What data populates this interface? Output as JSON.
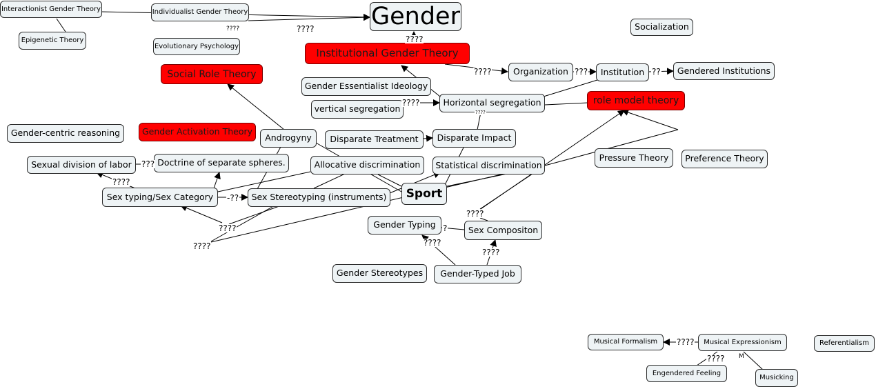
{
  "colors": {
    "node_fill": "#eef3f5",
    "highlight_fill": "#ff0000",
    "line": "#000000"
  },
  "nodes": {
    "gender": "Gender",
    "interactionist": "Interactionist Gender Theory",
    "epigenetic": "Epigenetic Theory",
    "individualist": "Individualist Gender Theory",
    "evolutionary": "Evolutionary Psychology",
    "socialization": "Socialization",
    "institutional": "Institutional Gender Theory",
    "organization": "Organization",
    "institution": "Institution",
    "gendered_institutions": "Gendered Institutions",
    "social_role": "Social Role Theory",
    "essentialist": "Gender Essentialist Ideology",
    "horizontal": "Horizontal segregation",
    "role_model": "role model theory",
    "vertical": "vertical segregation",
    "gender_centric": "Gender-centric reasoning",
    "activation": "Gender Activation Theory",
    "androgyny": "Androgyny",
    "disparate_treatment": "Disparate Treatment",
    "disparate_impact": "Disparate Impact",
    "sexual_division": "Sexual division of labor",
    "separate_spheres": "Doctrine of separate spheres.",
    "allocative": "Allocative discrimination",
    "statistical": "Statistical discrimination",
    "pressure": "Pressure Theory",
    "preference": "Preference Theory",
    "sex_typing": "Sex typing/Sex Category",
    "sex_stereotyping": "Sex Stereotyping (instruments)",
    "sport": "Sport",
    "gender_typing": "Gender Typing",
    "sex_composition": "Sex Compositon",
    "gender_stereotypes": "Gender Stereotypes",
    "gender_typed_job": "Gender-Typed Job",
    "musical_formalism": "Musical Formalism",
    "musical_expressionism": "Musical Expressionism",
    "referentialism": "Referentialism",
    "engendered_feeling": "Engendered Feeling",
    "musicking": "Musicking"
  },
  "link_labels": {
    "l1": "????",
    "l2": "????",
    "l3": "????",
    "l4": "????",
    "l5": "???",
    "l6": "??",
    "l7": "????",
    "l8": "???",
    "l9": "????",
    "l10": "-??",
    "l11": "????",
    "l12": "????",
    "l13": "????",
    "l14": "?",
    "l15": "????",
    "l16": "????",
    "l17": "????",
    "l18": "????",
    "l19": "????",
    "l20": "M"
  }
}
